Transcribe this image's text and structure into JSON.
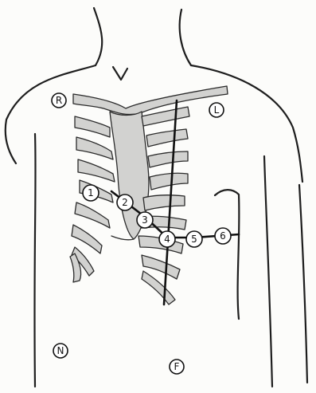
{
  "electrode_markers": [
    {
      "id": "R",
      "label": "R"
    },
    {
      "id": "L",
      "label": "L"
    },
    {
      "id": "N",
      "label": "N"
    },
    {
      "id": "F",
      "label": "F"
    }
  ],
  "chest_leads": [
    {
      "id": "V1",
      "label": "1"
    },
    {
      "id": "V2",
      "label": "2"
    },
    {
      "id": "V3",
      "label": "3"
    },
    {
      "id": "V4",
      "label": "4"
    },
    {
      "id": "V5",
      "label": "5"
    },
    {
      "id": "V6",
      "label": "6"
    }
  ]
}
